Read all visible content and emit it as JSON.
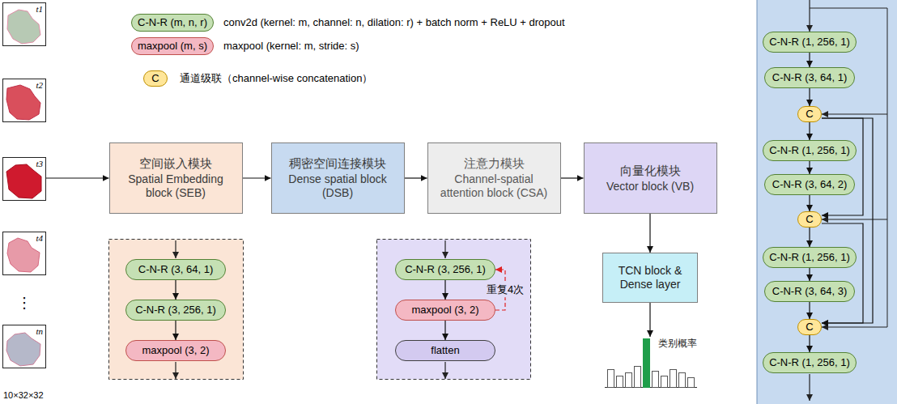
{
  "diagram": {
    "nodes": [
      {
        "text": [
          "C-N-R (m, n, r)"
        ]
      },
      {
        "text": [
          "maxpool (m, s)"
        ]
      },
      {
        "text": [
          "C"
        ]
      },
      {
        "text": [
          "t1"
        ]
      },
      {
        "text": [
          "t2"
        ]
      },
      {
        "text": [
          "t3"
        ]
      },
      {
        "text": [
          "t4"
        ]
      },
      {
        "text": [
          "tn"
        ]
      },
      {
        "text": [
          "空间嵌入模块",
          "Spatial Embedding block (SEB)"
        ]
      },
      {
        "text": [
          "稠密空间连接模块",
          "Dense spatial block (DSB)"
        ]
      },
      {
        "text": [
          "注意力模块",
          "Channel-spatial attention block (CSA)"
        ]
      },
      {
        "text": [
          "向量化模块",
          "Vector block (VB)"
        ]
      },
      {
        "text": [
          "TCN block & Dense layer"
        ]
      },
      {
        "text": [
          "类别概率"
        ]
      },
      {
        "text": [
          "C-N-R (3, 64, 1)"
        ]
      },
      {
        "text": [
          "C-N-R (3, 256, 1)"
        ]
      },
      {
        "text": [
          "maxpool (3, 2)"
        ]
      },
      {
        "text": [
          "C-N-R (3, 256, 1)"
        ]
      },
      {
        "text": [
          "maxpool (3, 2)"
        ]
      },
      {
        "text": [
          "flatten"
        ]
      },
      {
        "text": [
          "C-N-R (1, 256, 1)"
        ]
      },
      {
        "text": [
          "C-N-R (3, 64, 1)"
        ]
      },
      {
        "text": [
          "C"
        ]
      },
      {
        "text": [
          "C-N-R (1, 256, 1)"
        ]
      },
      {
        "text": [
          "C-N-R (3, 64, 2)"
        ]
      },
      {
        "text": [
          "C"
        ]
      },
      {
        "text": [
          "C-N-R (1, 256, 1)"
        ]
      },
      {
        "text": [
          "C-N-R (3, 64, 3)"
        ]
      },
      {
        "text": [
          "C"
        ]
      },
      {
        "text": [
          "C-N-R (1, 256, 1)"
        ]
      }
    ],
    "edges": [
      {
        "from": 5,
        "to": 8,
        "arrow": "to"
      },
      {
        "from": 8,
        "to": 9,
        "arrow": "to"
      },
      {
        "from": 9,
        "to": 10,
        "arrow": "to"
      },
      {
        "from": 10,
        "to": 11,
        "arrow": "to"
      },
      {
        "from": 11,
        "to": 12,
        "arrow": "to"
      },
      {
        "from": 12,
        "to": 13,
        "arrow": "to"
      },
      {
        "from": 14,
        "to": 15,
        "arrow": "to"
      },
      {
        "from": 15,
        "to": 16,
        "arrow": "to"
      },
      {
        "from": 17,
        "to": 18,
        "arrow": "to"
      },
      {
        "from": 18,
        "to": 19,
        "arrow": "to"
      },
      {
        "from": 18,
        "to": 17,
        "label": "重复4次",
        "arrow": "to"
      },
      {
        "from": 20,
        "to": 21,
        "arrow": "to"
      },
      {
        "from": 21,
        "to": 22,
        "arrow": "to"
      },
      {
        "from": 22,
        "to": 23,
        "arrow": "to"
      },
      {
        "from": 23,
        "to": 24,
        "arrow": "to"
      },
      {
        "from": 24,
        "to": 25,
        "arrow": "to"
      },
      {
        "from": 25,
        "to": 26,
        "arrow": "to"
      },
      {
        "from": 26,
        "to": 27,
        "arrow": "to"
      },
      {
        "from": 27,
        "to": 28,
        "arrow": "to"
      },
      {
        "from": 28,
        "to": 29,
        "arrow": "to"
      },
      {
        "from": 22,
        "to": 25,
        "arrow": "to"
      },
      {
        "from": 22,
        "to": 28,
        "arrow": "to"
      },
      {
        "from": 25,
        "to": 28,
        "arrow": "to"
      }
    ],
    "labels": [
      "conv2d (kernel: m, channel: n, dilation: r) + batch norm + ReLU + dropout",
      "maxpool (kernel: m, stride: s)",
      "通道级联（channel-wise concatenation）",
      "⋮",
      "10×32×32"
    ]
  }
}
